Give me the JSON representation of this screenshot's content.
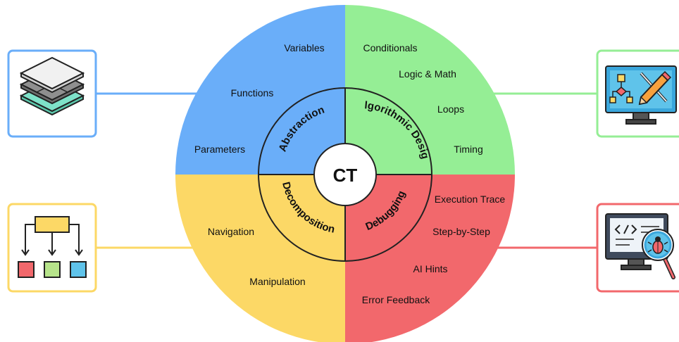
{
  "center": {
    "label": "CT"
  },
  "colors": {
    "abstraction": "#6aaef9",
    "algorithmic_design": "#95ee95",
    "decomposition": "#fcd866",
    "debugging": "#f2686c",
    "outline": "#222222"
  },
  "quadrants": {
    "abstraction": {
      "title": "Abstraction",
      "items": [
        "Variables",
        "Functions",
        "Parameters"
      ],
      "icon": "layers-icon"
    },
    "algorithmic_design": {
      "title": "Algorithmic Design",
      "items": [
        "Conditionals",
        "Logic & Math",
        "Loops",
        "Timing"
      ],
      "icon": "flowchart-pencil-monitor-icon"
    },
    "decomposition": {
      "title": "Decomposition",
      "items": [
        "Navigation",
        "Manipulation"
      ],
      "icon": "hierarchy-tree-icon"
    },
    "debugging": {
      "title": "Debugging",
      "items": [
        "Execution Trace",
        "Step-by-Step",
        "AI Hints",
        "Error Feedback"
      ],
      "icon": "code-bug-magnifier-icon"
    }
  }
}
